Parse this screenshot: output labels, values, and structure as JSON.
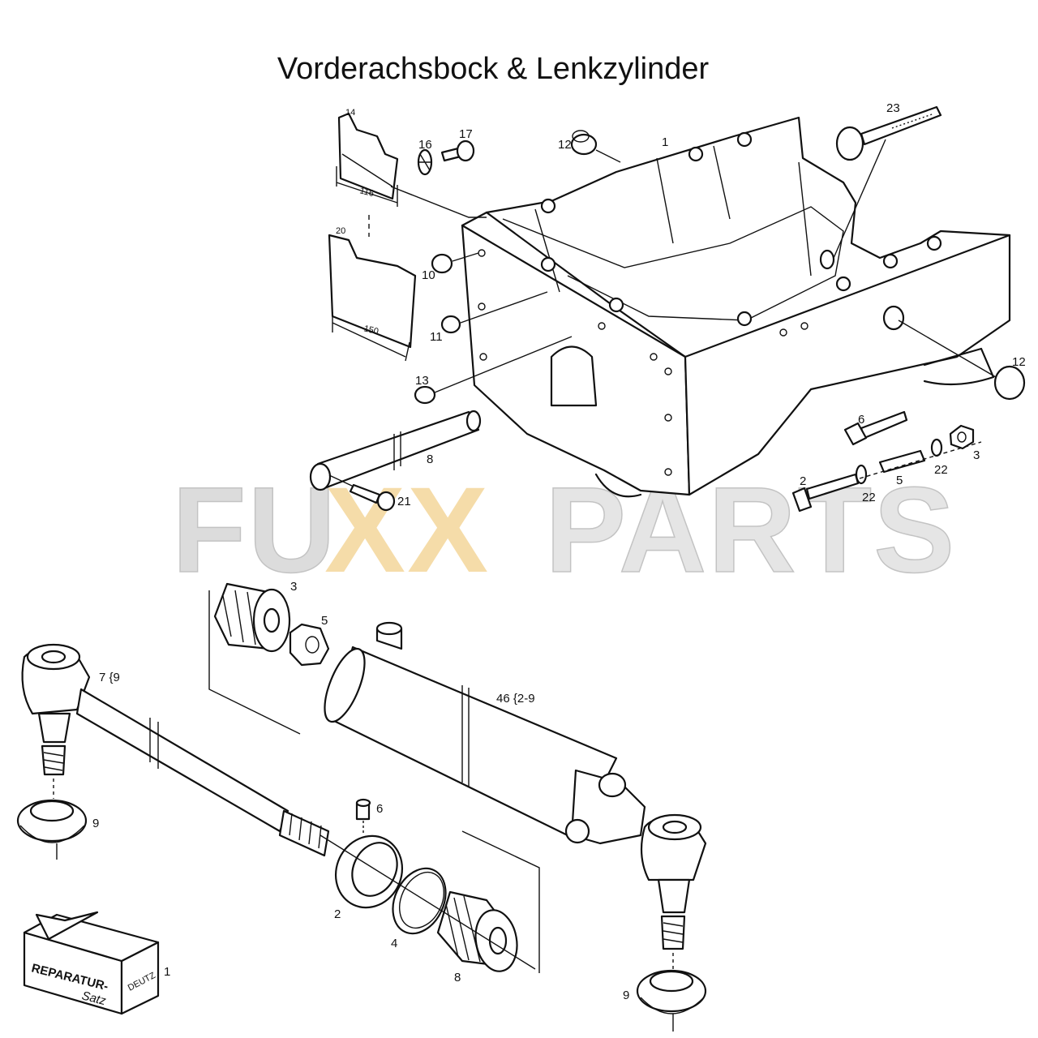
{
  "title": "Vorderachsbock & Lenkzylinder",
  "watermark": {
    "part1": "FU",
    "part2": "XX",
    "part3": "PARTS",
    "color_grey": "#d9d9d9",
    "color_accent": "#f5d9a0"
  },
  "labels": {
    "l14": "14",
    "l16": "16",
    "l17": "17",
    "l12a": "12",
    "l1": "1",
    "l23": "23",
    "l116": "116",
    "l20": "20",
    "l150": "150",
    "l10": "10",
    "l11": "11",
    "l13": "13",
    "l12b": "12",
    "l6a": "6",
    "l3a": "3",
    "l22a": "22",
    "l22b": "22",
    "l5a": "5",
    "l2a": "2",
    "l8a": "8",
    "l21": "21",
    "l3b": "3",
    "l5b": "5",
    "l79": "7 {9",
    "l46": "46 {2-9",
    "l9a": "9",
    "l6b": "6",
    "l2b": "2",
    "l4": "4",
    "l8b": "8",
    "l9b": "9",
    "l1b": "1"
  },
  "repair_kit": {
    "line1": "REPARATUR-",
    "line2": "Satz",
    "brand": "DEUTZ"
  }
}
